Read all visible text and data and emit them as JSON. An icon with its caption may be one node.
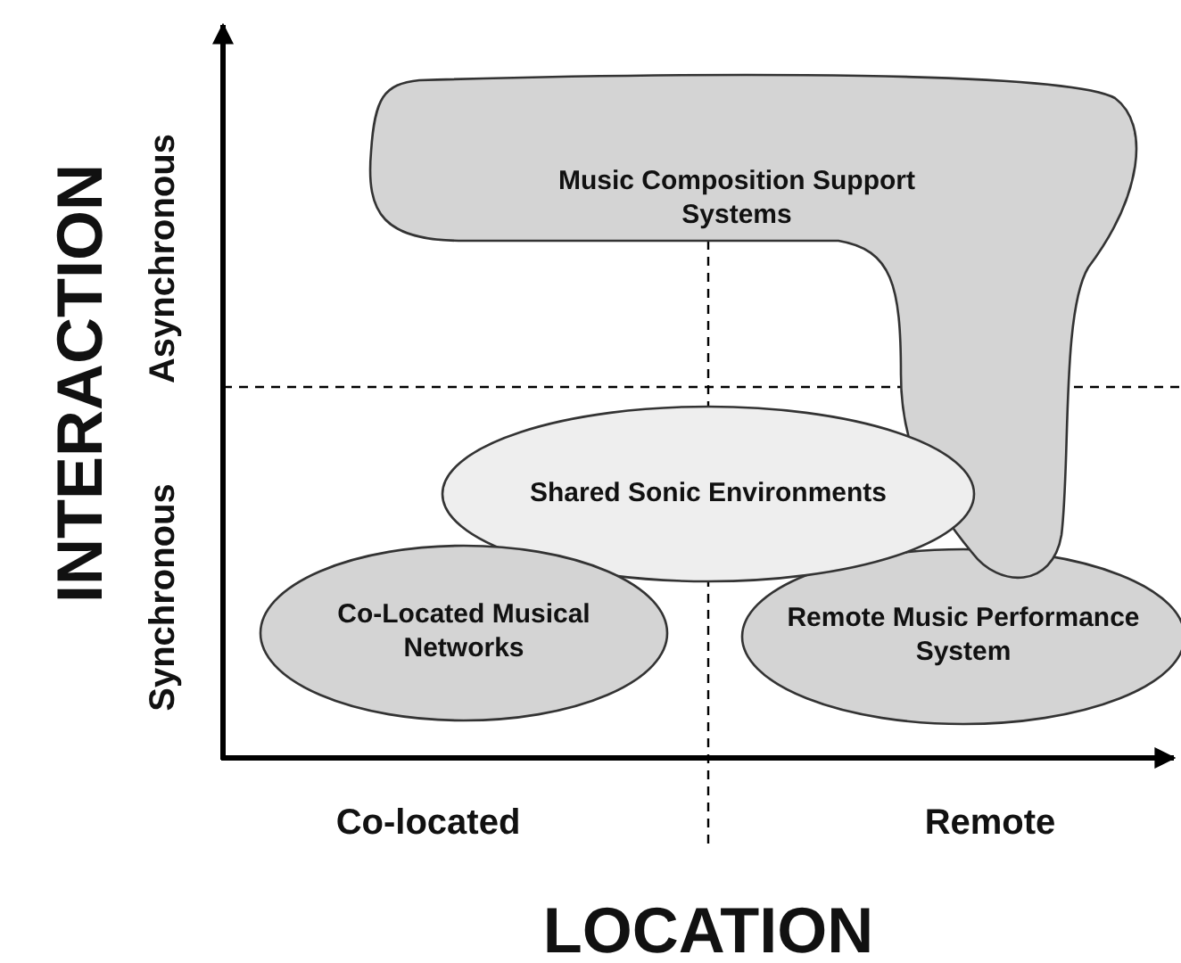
{
  "diagram": {
    "nodes": [
      {
        "text": [
          "Music Composition Support Systems"
        ]
      },
      {
        "text": [
          "Shared Sonic Environments"
        ]
      },
      {
        "text": [
          "Co-Located Musical Networks"
        ]
      },
      {
        "text": [
          "Remote Music Performance System"
        ]
      }
    ],
    "labels": [
      "INTERACTION",
      "Asynchronous",
      "Synchronous",
      "Co-located",
      "Remote",
      "LOCATION"
    ]
  }
}
